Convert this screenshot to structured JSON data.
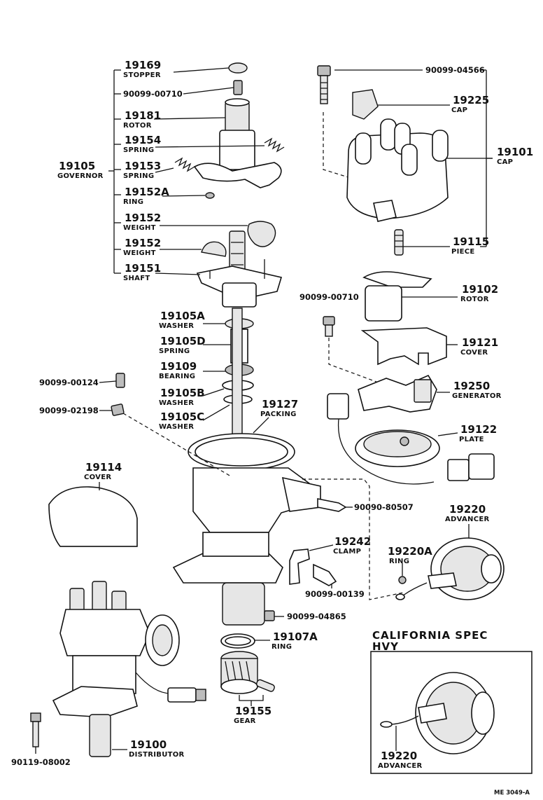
{
  "labels": {
    "l19169": {
      "number": "19169",
      "name": "STOPPER"
    },
    "l9009900710a": {
      "number": "90099-00710"
    },
    "l19181": {
      "number": "19181",
      "name": "ROTOR"
    },
    "l19154": {
      "number": "19154",
      "name": "SPRING"
    },
    "l19105": {
      "number": "19105",
      "name": "GOVERNOR"
    },
    "l19153": {
      "number": "19153",
      "name": "SPRING"
    },
    "l19152A": {
      "number": "19152A",
      "name": "RING"
    },
    "l19152a": {
      "number": "19152",
      "name": "WEIGHT"
    },
    "l19152b": {
      "number": "19152",
      "name": "WEIGHT"
    },
    "l19151": {
      "number": "19151",
      "name": "SHAFT"
    },
    "l19105A": {
      "number": "19105A",
      "name": "WASHER"
    },
    "l19105D": {
      "number": "19105D",
      "name": "SPRING"
    },
    "l19109": {
      "number": "19109",
      "name": "BEARING"
    },
    "l19105B": {
      "number": "19105B",
      "name": "WASHER"
    },
    "l19105C": {
      "number": "19105C",
      "name": "WASHER"
    },
    "l19127": {
      "number": "19127",
      "name": "PACKING"
    },
    "l9009900124": {
      "number": "90099-00124"
    },
    "l9009902198": {
      "number": "90099-02198"
    },
    "l19114": {
      "number": "19114",
      "name": "COVER"
    },
    "l9009904566": {
      "number": "90099-04566"
    },
    "l19225": {
      "number": "19225",
      "name": "CAP"
    },
    "l19101": {
      "number": "19101",
      "name": "CAP"
    },
    "l19115": {
      "number": "19115",
      "name": "PIECE"
    },
    "l19102": {
      "number": "19102",
      "name": "ROTOR"
    },
    "l9009900710b": {
      "number": "90099-00710"
    },
    "l19121": {
      "number": "19121",
      "name": "COVER"
    },
    "l19250": {
      "number": "19250",
      "name": "GENERATOR"
    },
    "l19122": {
      "number": "19122",
      "name": "PLATE"
    },
    "l9009080507": {
      "number": "90090-80507"
    },
    "l19220": {
      "number": "19220",
      "name": "ADVANCER"
    },
    "l19242": {
      "number": "19242",
      "name": "CLAMP"
    },
    "l19220A": {
      "number": "19220A",
      "name": "RING"
    },
    "l9009900139": {
      "number": "90099-00139"
    },
    "l9009904865": {
      "number": "90099-04865"
    },
    "l19107A": {
      "number": "19107A",
      "name": "RING"
    },
    "l19155": {
      "number": "19155",
      "name": "GEAR"
    },
    "l19100": {
      "number": "19100",
      "name": "DISTRIBUTOR"
    },
    "l9011908002": {
      "number": "90119-08002"
    },
    "l19220c": {
      "number": "19220",
      "name": "ADVANCER"
    }
  },
  "california": {
    "line1": "CALIFORNIA SPEC",
    "line2": "HVY"
  },
  "figure_code": "ME 3049-A"
}
